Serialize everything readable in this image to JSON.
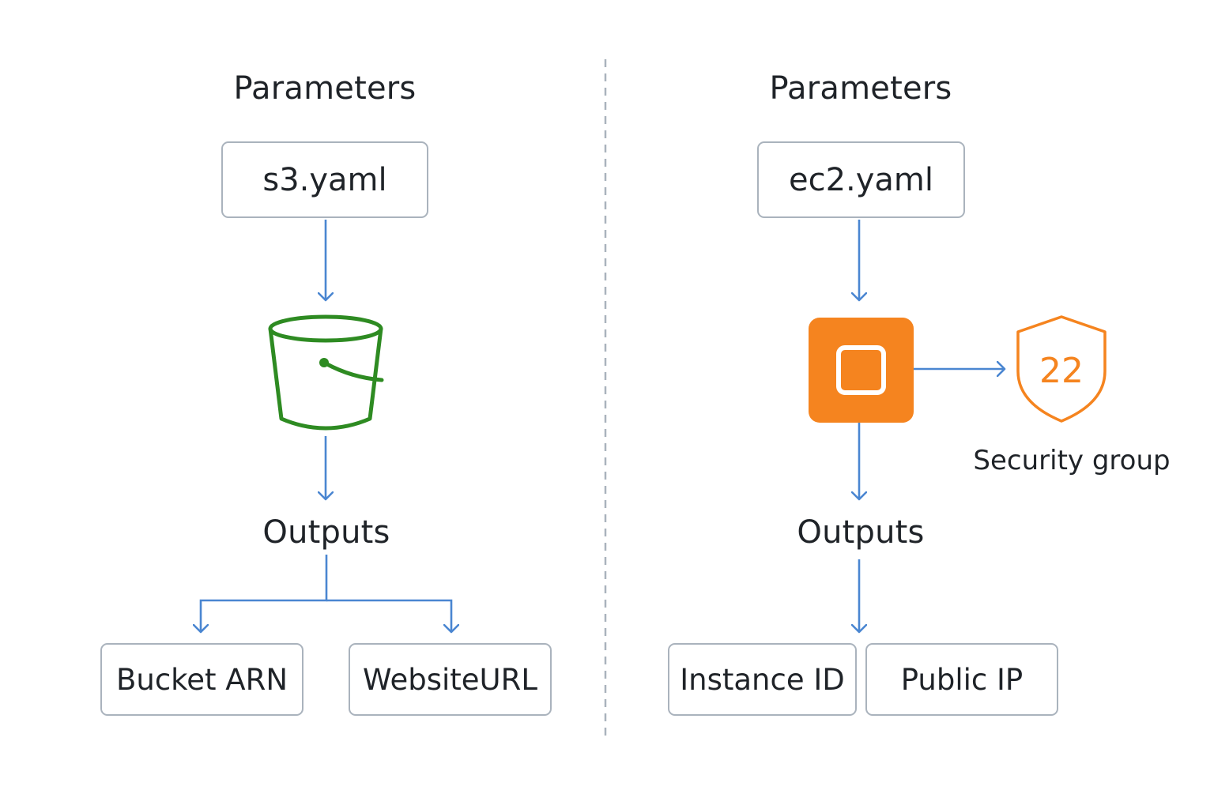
{
  "colors": {
    "arrow": "#4a86d1",
    "divider": "#aab3bd",
    "box_border": "#aab3bd",
    "s3_bucket": "#2e8b22",
    "ec2_instance": "#f5841f",
    "security_group": "#f5841f",
    "text": "#1f2328"
  },
  "left_panel": {
    "parameters_heading": "Parameters",
    "template_file": "s3.yaml",
    "resource_icon": "s3-bucket-icon",
    "outputs_heading": "Outputs",
    "outputs": [
      "Bucket ARN",
      "WebsiteURL"
    ]
  },
  "right_panel": {
    "parameters_heading": "Parameters",
    "template_file": "ec2.yaml",
    "resource_icon": "ec2-instance-icon",
    "security_group": {
      "icon": "shield-icon",
      "port": "22",
      "label": "Security group"
    },
    "outputs_heading": "Outputs",
    "outputs": [
      "Instance ID",
      "Public IP"
    ]
  }
}
